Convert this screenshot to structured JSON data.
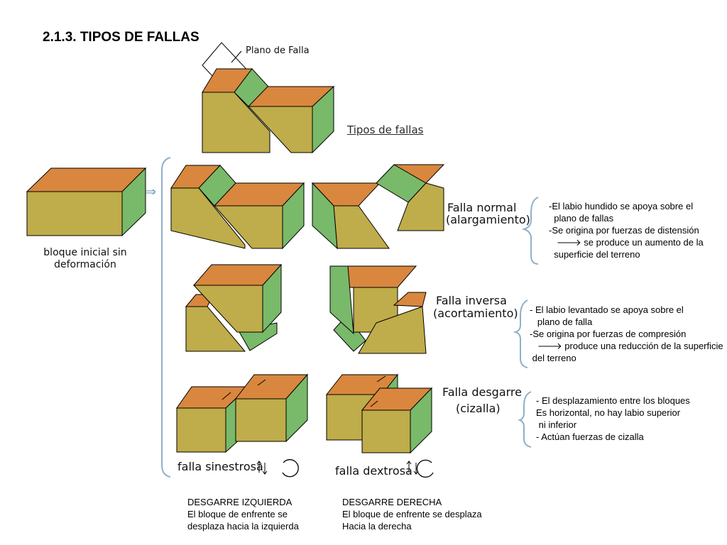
{
  "title": "2.1.3. TIPOS DE FALLAS",
  "plano_label": "Plano de Falla",
  "tipos_label": "Tipos de fallas",
  "initial_block": {
    "label_line1": "bloque inicial sin",
    "label_line2": "deformación",
    "arrow": "⇒"
  },
  "rows": {
    "normal": {
      "name": "Falla normal",
      "detail": "(alargamiento)",
      "notes": "-El labio hundido se apoya sobre el\n  plano de fallas\n-Se origina por fuerzas de distensión\n   🡒 se produce un aumento de la\n  superficie del terreno"
    },
    "inversa": {
      "name": "Falla inversa",
      "detail": "(acortamiento)",
      "notes": "- El labio levantado se apoya sobre el\n   plano de falla\n-Se origina por fuerzas de compresión\n   🡒 produce una reducción de la superficie\n del terreno"
    },
    "desgarre": {
      "name": "Falla desgarre",
      "detail": "(cizalla)",
      "notes": "- El desplazamiento entre los bloques\nEs horizontal, no hay labio superior\n ni inferior\n- Actúan fuerzas de cizalla"
    }
  },
  "sinestrosa_label": "falla sinestrosa",
  "dextrosa_label": "falla dextrosa",
  "captions": {
    "left": {
      "line1": "DESGARRE IZQUIERDA",
      "line2": "El bloque de enfrente se",
      "line3": "desplaza hacia la izquierda"
    },
    "right": {
      "line1": "DESGARRE DERECHA",
      "line2": "El bloque de enfrente se desplaza",
      "line3": "Hacia la derecha"
    }
  },
  "colors": {
    "top_face": "#d9873e",
    "front_face": "#bfac4a",
    "side_face": "#79b96a",
    "brace": "#8fb0c8",
    "outline": "#000000"
  }
}
